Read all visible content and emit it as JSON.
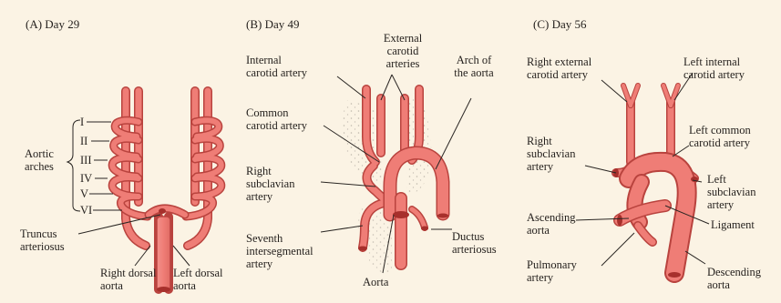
{
  "colors": {
    "background": "#fbf3e4",
    "vessel_fill": "#ef7d76",
    "vessel_stroke": "#b9433e",
    "vessel_dark": "#a7302c",
    "leader_line": "#2a2623",
    "speckle": "#bdb6aa"
  },
  "panels": [
    {
      "title": "(A) Day 29",
      "labels": {
        "aortic_arches": "Aortic\narches",
        "arch_numerals": [
          "I",
          "II",
          "III",
          "IV",
          "V",
          "VI"
        ],
        "truncus_arteriosus": "Truncus\narteriosus",
        "right_dorsal_aorta": "Right dorsal\naorta",
        "left_dorsal_aorta": "Left dorsal\naorta"
      }
    },
    {
      "title": "(B) Day 49",
      "labels": {
        "internal_carotid": "Internal\ncarotid artery",
        "external_carotid": "External\ncarotid\narteries",
        "arch_of_aorta": "Arch of\nthe aorta",
        "common_carotid": "Common\ncarotid artery",
        "right_subclavian": "Right\nsubclavian\nartery",
        "seventh_intersegmental": "Seventh\nintersegmental\nartery",
        "ductus_arteriosus": "Ductus\narteriosus",
        "aorta": "Aorta"
      }
    },
    {
      "title": "(C) Day 56",
      "labels": {
        "right_external_carotid": "Right external\ncarotid artery",
        "left_internal_carotid": "Left internal\ncarotid artery",
        "right_subclavian": "Right\nsubclavian\nartery",
        "left_common_carotid": "Left common\ncarotid artery",
        "left_subclavian": "Left\nsubclavian\nartery",
        "ascending_aorta": "Ascending\naorta",
        "ligament": "Ligament",
        "pulmonary_artery": "Pulmonary\nartery",
        "descending_aorta": "Descending\naorta"
      }
    }
  ]
}
